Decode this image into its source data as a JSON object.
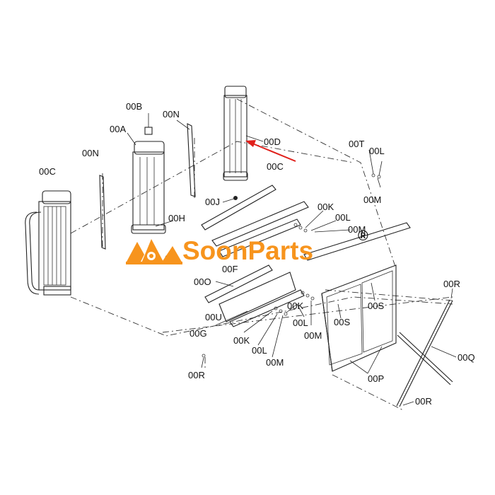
{
  "labels": {
    "00A": "00A",
    "00B": "00B",
    "00C_left": "00C",
    "00C_right": "00C",
    "00D": "00D",
    "00N_left": "00N",
    "00N_top": "00N",
    "00T": "00T",
    "00L_top": "00L",
    "00M_top": "00M",
    "00J": "00J",
    "00H": "00H",
    "00L_mid_hidden": "00L",
    "00K_upper": "00K",
    "00L_upper": "00L",
    "00M_upper": "00M",
    "00F": "00F",
    "00O": "00O",
    "00U": "00U",
    "00G": "00G",
    "00K_lower_a": "00K",
    "00L_lower_a": "00L",
    "00M_lower_a": "00M",
    "00K_lower_b": "00K",
    "00L_lower_b": "00L",
    "00M_lower_b": "00M",
    "00S_left": "00S",
    "00S_right": "00S",
    "00P": "00P",
    "00Q": "00Q",
    "00R_right_top": "00R",
    "00R_right_bottom": "00R",
    "00R_left": "00R"
  },
  "watermark": {
    "text": "SoonParts",
    "registered": "®",
    "color": "#f7941d"
  },
  "colors": {
    "line": "#222222",
    "arrow": "#e0201b"
  }
}
